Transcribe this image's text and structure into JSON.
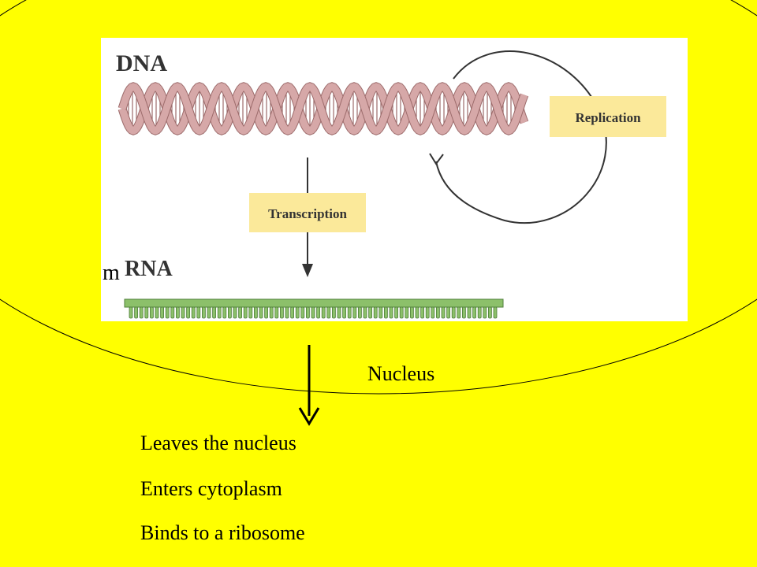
{
  "diagram": {
    "dna_label": "DNA",
    "replication_label": "Replication",
    "transcription_label": "Transcription",
    "m_prefix": "m",
    "rna_label": "RNA",
    "nucleus_label": "Nucleus"
  },
  "steps": [
    "Leaves the nucleus",
    "Enters cytoplasm",
    "Binds to a ribosome"
  ],
  "colors": {
    "background": "#ffff00",
    "panel": "#ffffff",
    "dna_strand": "#d6a8a8",
    "dna_dark": "#9c6b6b",
    "label_box": "#fbe99a",
    "mrna": "#8cc06a",
    "mrna_dark": "#4f7f3a"
  }
}
